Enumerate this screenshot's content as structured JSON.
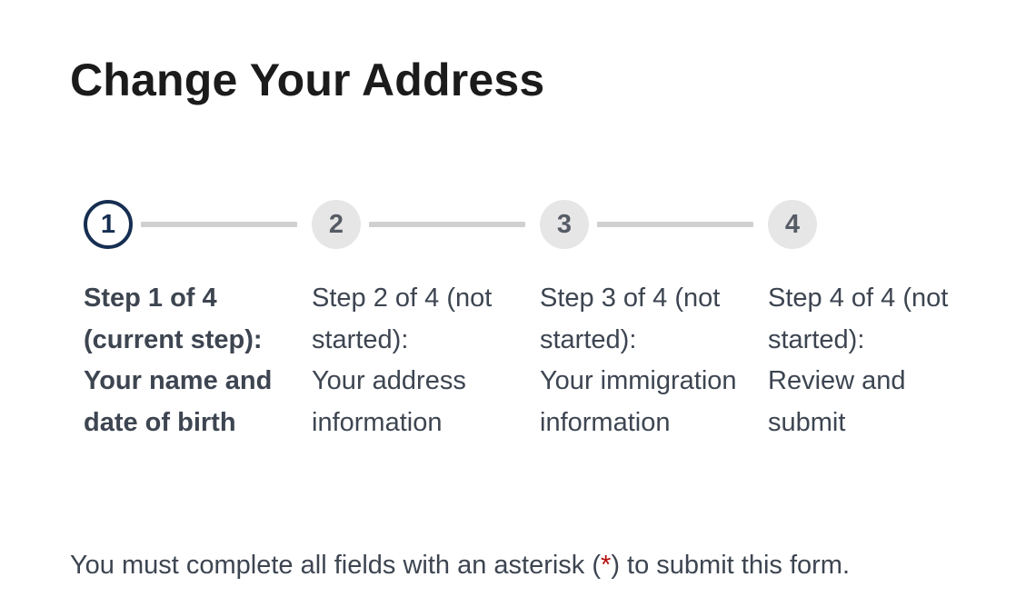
{
  "page": {
    "title": "Change Your Address"
  },
  "stepper": {
    "steps": [
      {
        "number": "1",
        "status_text": "Step 1 of 4 (current step):",
        "name": "Your name and date of birth",
        "state": "current"
      },
      {
        "number": "2",
        "status_text": "Step 2 of 4 (not started):",
        "name": "Your address information",
        "state": "not-started"
      },
      {
        "number": "3",
        "status_text": "Step 3 of 4 (not started):",
        "name": "Your immigration information",
        "state": "not-started"
      },
      {
        "number": "4",
        "status_text": "Step 4 of 4 (not started):",
        "name": "Review and submit",
        "state": "not-started"
      }
    ]
  },
  "notice": {
    "before": "You must complete all fields with an asterisk (",
    "asterisk": "*",
    "after": ") to submit this form."
  },
  "colors": {
    "current_step": "#162e51",
    "pending_circle": "#e6e6e6",
    "connector": "#d0d0d0",
    "asterisk": "#b50909",
    "text": "#3d4551"
  }
}
